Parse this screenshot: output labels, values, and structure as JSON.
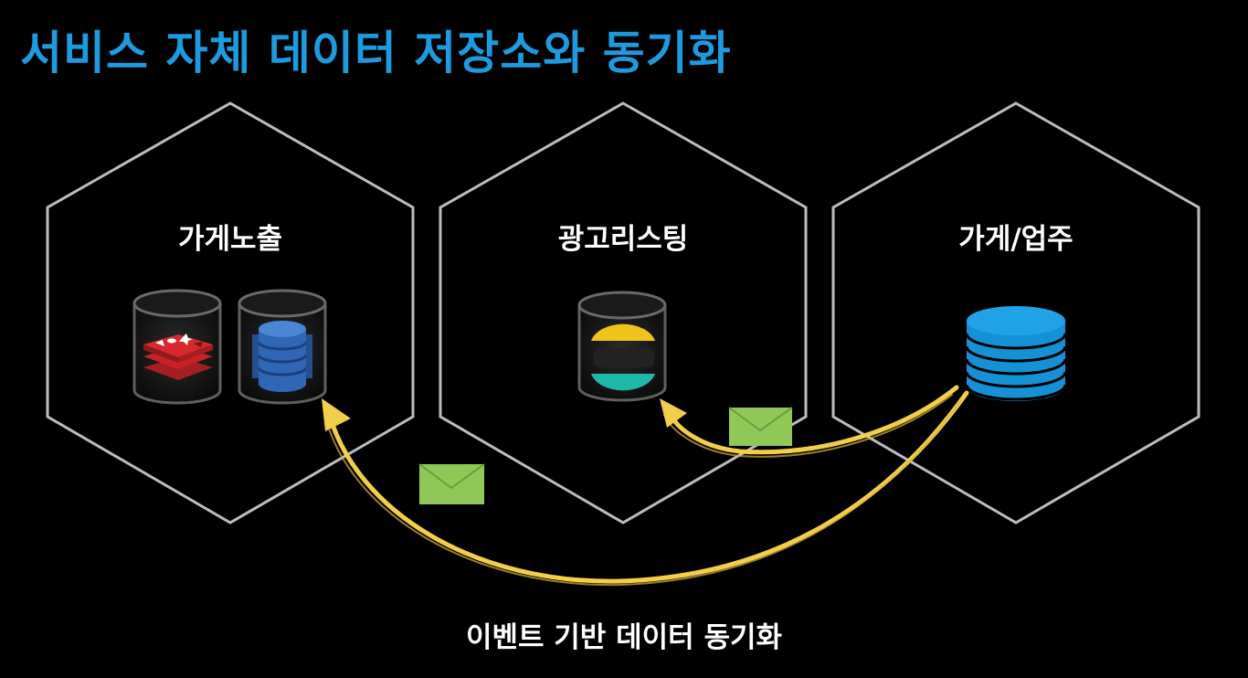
{
  "title": "서비스 자체 데이터 저장소와 동기화",
  "caption": "이벤트 기반 데이터 동기화",
  "services": [
    {
      "label": "가게노출"
    },
    {
      "label": "광고리스팅"
    },
    {
      "label": "가게/업주"
    }
  ],
  "colors": {
    "background": "#000000",
    "title": "#1d9bde",
    "text": "#ffffff",
    "hex_stroke": "#bdbdbd",
    "arrow": "#f2cf4a",
    "envelope": "#8fc857",
    "redis": "#d6282d",
    "dynamodb": "#2f66b6",
    "db_blue": "#1591d6"
  },
  "icons": [
    "redis-icon",
    "dynamodb-icon",
    "elasticsearch-icon",
    "database-icon",
    "envelope-icon"
  ]
}
